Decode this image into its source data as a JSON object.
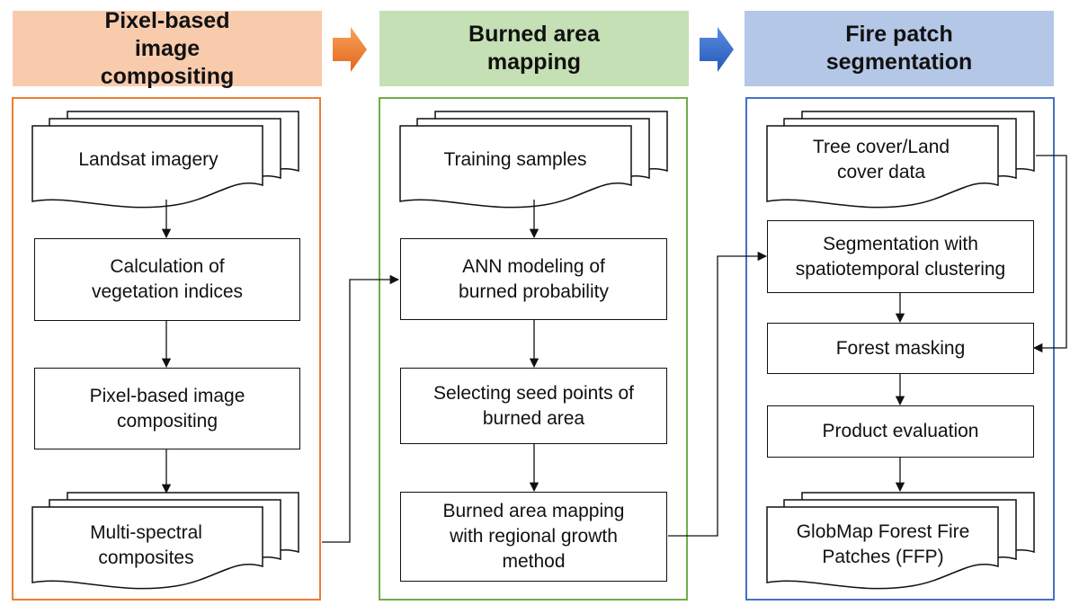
{
  "colors": {
    "orange_header": "#F8CBAD",
    "orange_border": "#ED7D31",
    "green_header": "#C5E0B4",
    "green_border": "#70AD47",
    "blue_header": "#B4C7E7",
    "blue_border": "#4472C4"
  },
  "headers": {
    "compositing": "Pixel-based image compositing",
    "mapping": "Burned area mapping",
    "segmentation": "Fire patch segmentation"
  },
  "column1": {
    "landsat": "Landsat imagery",
    "vegetation": "Calculation of vegetation indices",
    "compositing_step": "Pixel-based image compositing",
    "composites": "Multi-spectral composites"
  },
  "column2": {
    "training": "Training samples",
    "ann": "ANN modeling of burned probability",
    "seed": "Selecting seed points of burned area",
    "regional": "Burned area mapping with regional growth method"
  },
  "column3": {
    "treecover": "Tree cover/Land cover data",
    "segmentation_step": "Segmentation with spatiotemporal clustering",
    "masking": "Forest masking",
    "evaluation": "Product evaluation",
    "ffp": "GlobMap Forest Fire Patches (FFP)"
  },
  "icons": [
    "right-arrow-icon"
  ]
}
